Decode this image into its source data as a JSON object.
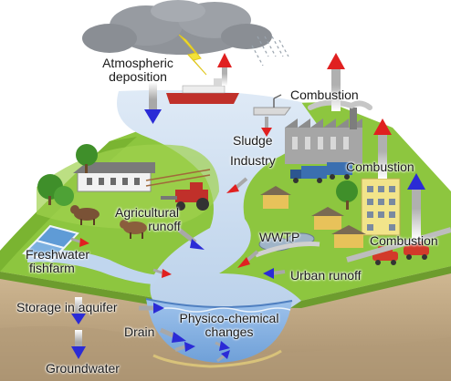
{
  "diagram": {
    "labels": {
      "atmospheric_deposition": "Atmospheric",
      "atmospheric_deposition_2": "deposition",
      "combustion_top": "Combustion",
      "sludge": "Sludge",
      "industry": "Industry",
      "combustion_right": "Combustion",
      "agricultural": "Agricultural",
      "runoff": "runoff",
      "wwtp": "WWTP",
      "combustion_bottom": "Combustion",
      "freshwater": "Freshwater",
      "fishfarm": "fishfarm",
      "urban_runoff": "Urban runoff",
      "storage_in_aquifer": "Storage in aquifer",
      "physico_chemical": "Physico-chemical",
      "changes": "changes",
      "drain": "Drain",
      "groundwater": "Groundwater"
    },
    "colors": {
      "land": "#8dc63f",
      "water": "#c9ddf0",
      "soil": "#c7ad86",
      "deep_soil": "#9b8466",
      "cloud": "#8f9399",
      "arrow_blue": "#2b2bd6",
      "arrow_red": "#e02020",
      "arrow_gray": "#a8a8a8"
    }
  }
}
